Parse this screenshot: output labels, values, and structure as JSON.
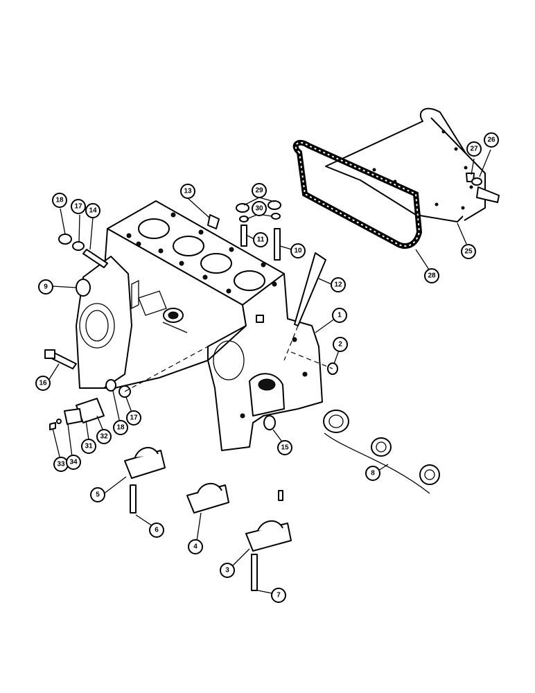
{
  "callouts": [
    {
      "id": "c1",
      "label": "1"
    },
    {
      "id": "c2",
      "label": "2"
    },
    {
      "id": "c3",
      "label": "3"
    },
    {
      "id": "c4",
      "label": "4"
    },
    {
      "id": "c5",
      "label": "5"
    },
    {
      "id": "c6",
      "label": "6"
    },
    {
      "id": "c7",
      "label": "7"
    },
    {
      "id": "c8",
      "label": "8"
    },
    {
      "id": "c9",
      "label": "9"
    },
    {
      "id": "c10",
      "label": "10"
    },
    {
      "id": "c11",
      "label": "11"
    },
    {
      "id": "c12",
      "label": "12"
    },
    {
      "id": "c13",
      "label": "13"
    },
    {
      "id": "c14",
      "label": "14"
    },
    {
      "id": "c15",
      "label": "15"
    },
    {
      "id": "c16",
      "label": "16"
    },
    {
      "id": "c17a",
      "label": "17"
    },
    {
      "id": "c17b",
      "label": "17"
    },
    {
      "id": "c18a",
      "label": "18"
    },
    {
      "id": "c18b",
      "label": "18"
    },
    {
      "id": "c25",
      "label": "25"
    },
    {
      "id": "c26",
      "label": "26"
    },
    {
      "id": "c27",
      "label": "27"
    },
    {
      "id": "c28",
      "label": "28"
    },
    {
      "id": "c29",
      "label": "29"
    },
    {
      "id": "c30",
      "label": "30"
    },
    {
      "id": "c31",
      "label": "31"
    },
    {
      "id": "c32",
      "label": "32"
    },
    {
      "id": "c33",
      "label": "33"
    },
    {
      "id": "c34",
      "label": "34"
    }
  ]
}
